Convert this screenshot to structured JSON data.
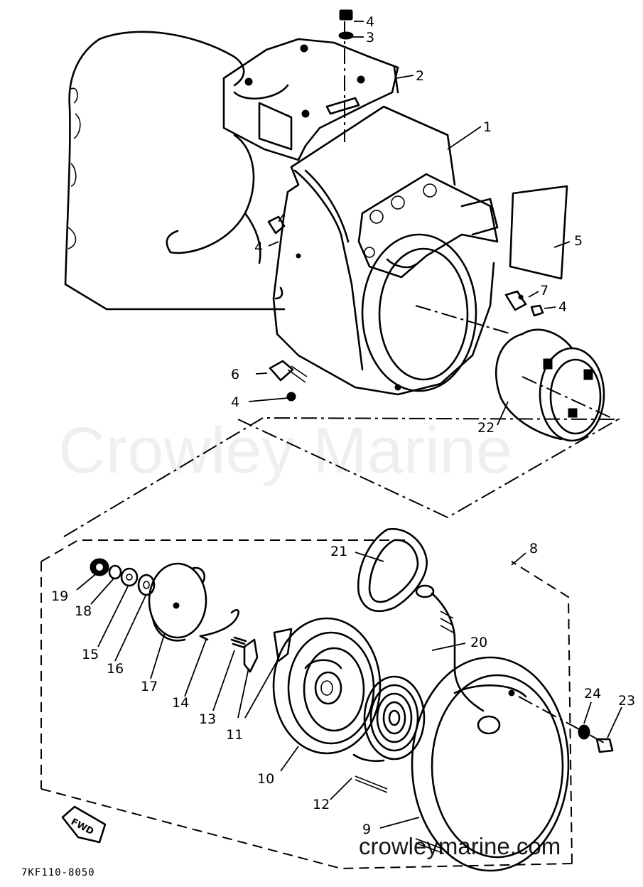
{
  "diagram": {
    "parts": [
      {
        "id": "p1",
        "label": "1"
      },
      {
        "id": "p2",
        "label": "2"
      },
      {
        "id": "p3",
        "label": "3"
      },
      {
        "id": "p4a",
        "label": "4"
      },
      {
        "id": "p4b",
        "label": "4"
      },
      {
        "id": "p4c",
        "label": "4"
      },
      {
        "id": "p4d",
        "label": "4"
      },
      {
        "id": "p5",
        "label": "5"
      },
      {
        "id": "p6",
        "label": "6"
      },
      {
        "id": "p7",
        "label": "7"
      },
      {
        "id": "p8",
        "label": "8"
      },
      {
        "id": "p9",
        "label": "9"
      },
      {
        "id": "p10",
        "label": "10"
      },
      {
        "id": "p11",
        "label": "11"
      },
      {
        "id": "p12",
        "label": "12"
      },
      {
        "id": "p13",
        "label": "13"
      },
      {
        "id": "p14",
        "label": "14"
      },
      {
        "id": "p15",
        "label": "15"
      },
      {
        "id": "p16",
        "label": "16"
      },
      {
        "id": "p17",
        "label": "17"
      },
      {
        "id": "p18",
        "label": "18"
      },
      {
        "id": "p19",
        "label": "19"
      },
      {
        "id": "p20",
        "label": "20"
      },
      {
        "id": "p21",
        "label": "21"
      },
      {
        "id": "p22",
        "label": "22"
      },
      {
        "id": "p23",
        "label": "23"
      },
      {
        "id": "p24",
        "label": "24"
      }
    ],
    "fwd_label": "FWD",
    "drawing_code": "7KF110-8050"
  },
  "watermark": {
    "center_text": "Crowley Marine",
    "footer_text": "crowleymarine.com"
  }
}
